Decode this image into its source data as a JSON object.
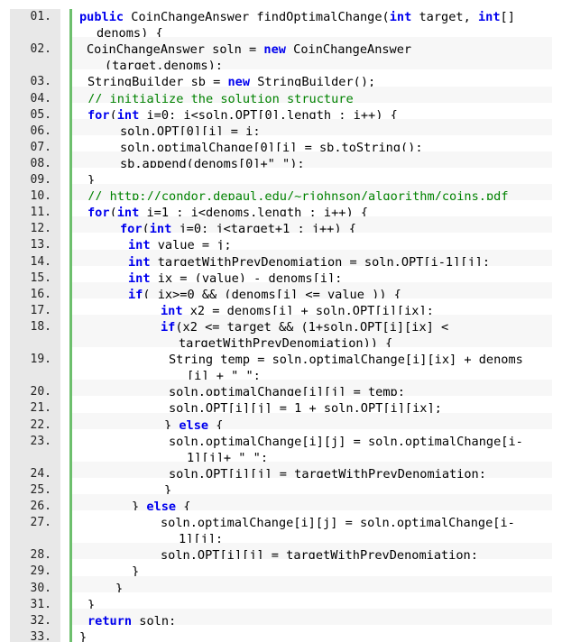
{
  "lines": [
    {
      "n": "01.",
      "indent": 0,
      "parts": [
        {
          "t": "kw",
          "v": "public"
        },
        {
          "t": "p",
          "v": " CoinChangeAnswer findOptimalChange("
        },
        {
          "t": "kw",
          "v": "int"
        },
        {
          "t": "p",
          "v": " target, "
        },
        {
          "t": "kw",
          "v": "int"
        },
        {
          "t": "p",
          "v": "[]"
        }
      ],
      "cont": "denoms) {",
      "cont_indent": 19
    },
    {
      "n": "02.",
      "indent": 8,
      "parts": [
        {
          "t": "p",
          "v": "CoinChangeAnswer soln = "
        },
        {
          "t": "kw",
          "v": "new"
        },
        {
          "t": "p",
          "v": " CoinChangeAnswer"
        }
      ],
      "cont": "(target,denoms);",
      "cont_indent": 28
    },
    {
      "n": "03.",
      "indent": 9,
      "parts": [
        {
          "t": "p",
          "v": "StringBuilder sb = "
        },
        {
          "t": "kw",
          "v": "new"
        },
        {
          "t": "p",
          "v": " StringBuilder();"
        }
      ]
    },
    {
      "n": "04.",
      "indent": 9,
      "parts": [
        {
          "t": "cm",
          "v": "// initialize the solution structure"
        }
      ]
    },
    {
      "n": "05.",
      "indent": 9,
      "parts": [
        {
          "t": "kw",
          "v": "for"
        },
        {
          "t": "p",
          "v": "("
        },
        {
          "t": "kw",
          "v": "int"
        },
        {
          "t": "p",
          "v": " i=0; i<soln.OPT[0].length ; i++) {"
        }
      ]
    },
    {
      "n": "06.",
      "indent": 45,
      "parts": [
        {
          "t": "p",
          "v": "soln.OPT[0][i] = i;"
        }
      ]
    },
    {
      "n": "07.",
      "indent": 45,
      "parts": [
        {
          "t": "p",
          "v": "soln.optimalChange[0][i] = sb.toString();"
        }
      ]
    },
    {
      "n": "08.",
      "indent": 45,
      "parts": [
        {
          "t": "p",
          "v": "sb.append(denoms[0]+\" \");"
        }
      ]
    },
    {
      "n": "09.",
      "indent": 9,
      "parts": [
        {
          "t": "p",
          "v": "}"
        }
      ]
    },
    {
      "n": "10.",
      "indent": 9,
      "parts": [
        {
          "t": "cm",
          "v": "// "
        },
        {
          "t": "link",
          "v": "http://condor.depaul.edu/"
        },
        {
          "t": "cm",
          "v": "~rjohnson/algorithm/coins.pdf"
        }
      ]
    },
    {
      "n": "11.",
      "indent": 9,
      "parts": [
        {
          "t": "kw",
          "v": "for"
        },
        {
          "t": "p",
          "v": "("
        },
        {
          "t": "kw",
          "v": "int"
        },
        {
          "t": "p",
          "v": " i=1 ; i<denoms.length ; i++) {"
        }
      ]
    },
    {
      "n": "12.",
      "indent": 45,
      "parts": [
        {
          "t": "kw",
          "v": "for"
        },
        {
          "t": "p",
          "v": "("
        },
        {
          "t": "kw",
          "v": "int"
        },
        {
          "t": "p",
          "v": " j=0; j<target+1 ; j++) {"
        }
      ]
    },
    {
      "n": "13.",
      "indent": 54,
      "parts": [
        {
          "t": "kw",
          "v": "int"
        },
        {
          "t": "p",
          "v": " value = j;"
        }
      ]
    },
    {
      "n": "14.",
      "indent": 54,
      "parts": [
        {
          "t": "kw",
          "v": "int"
        },
        {
          "t": "p",
          "v": " targetWithPrevDenomiation = soln.OPT[i-1][j];"
        }
      ]
    },
    {
      "n": "15.",
      "indent": 54,
      "parts": [
        {
          "t": "kw",
          "v": "int"
        },
        {
          "t": "p",
          "v": " ix = (value) - denoms[i];"
        }
      ]
    },
    {
      "n": "16.",
      "indent": 54,
      "parts": [
        {
          "t": "kw",
          "v": "if"
        },
        {
          "t": "p",
          "v": "( ix>=0 && (denoms[i] <= value )) {"
        }
      ]
    },
    {
      "n": "17.",
      "indent": 90,
      "parts": [
        {
          "t": "kw",
          "v": "int"
        },
        {
          "t": "p",
          "v": " x2 = denoms[i] + soln.OPT[i][ix];"
        }
      ]
    },
    {
      "n": "18.",
      "indent": 90,
      "parts": [
        {
          "t": "kw",
          "v": "if"
        },
        {
          "t": "p",
          "v": "(x2 <= target && (1+soln.OPT[i][ix] <"
        }
      ],
      "cont": "targetWithPrevDenomiation)) {",
      "cont_indent": 110
    },
    {
      "n": "19.",
      "indent": 99,
      "parts": [
        {
          "t": "p",
          "v": "String temp = soln.optimalChange[i][ix] + denoms"
        }
      ],
      "cont": "[i] + \" \";",
      "cont_indent": 119
    },
    {
      "n": "20.",
      "indent": 99,
      "parts": [
        {
          "t": "p",
          "v": "soln.optimalChange[i][j] = temp;"
        }
      ]
    },
    {
      "n": "21.",
      "indent": 99,
      "parts": [
        {
          "t": "p",
          "v": "soln.OPT[i][j] = 1 + soln.OPT[i][ix];"
        }
      ]
    },
    {
      "n": "22.",
      "indent": 94,
      "parts": [
        {
          "t": "p",
          "v": "} "
        },
        {
          "t": "kw",
          "v": "else"
        },
        {
          "t": "p",
          "v": " {"
        }
      ]
    },
    {
      "n": "23.",
      "indent": 99,
      "parts": [
        {
          "t": "p",
          "v": "soln.optimalChange[i][j] = soln.optimalChange[i-"
        }
      ],
      "cont": "1][j]+ \" \";",
      "cont_indent": 119
    },
    {
      "n": "24.",
      "indent": 99,
      "parts": [
        {
          "t": "p",
          "v": "soln.OPT[i][j] = targetWithPrevDenomiation;"
        }
      ]
    },
    {
      "n": "25.",
      "indent": 94,
      "parts": [
        {
          "t": "p",
          "v": "}"
        }
      ]
    },
    {
      "n": "26.",
      "indent": 58,
      "parts": [
        {
          "t": "p",
          "v": "} "
        },
        {
          "t": "kw",
          "v": "else"
        },
        {
          "t": "p",
          "v": " {"
        }
      ]
    },
    {
      "n": "27.",
      "indent": 90,
      "parts": [
        {
          "t": "p",
          "v": "soln.optimalChange[i][j] = soln.optimalChange[i-"
        }
      ],
      "cont": "1][j];",
      "cont_indent": 110
    },
    {
      "n": "28.",
      "indent": 90,
      "parts": [
        {
          "t": "p",
          "v": "soln.OPT[i][j] = targetWithPrevDenomiation;"
        }
      ]
    },
    {
      "n": "29.",
      "indent": 58,
      "parts": [
        {
          "t": "p",
          "v": "}"
        }
      ]
    },
    {
      "n": "30.",
      "indent": 40,
      "parts": [
        {
          "t": "p",
          "v": "}"
        }
      ]
    },
    {
      "n": "31.",
      "indent": 9,
      "parts": [
        {
          "t": "p",
          "v": "}"
        }
      ]
    },
    {
      "n": "32.",
      "indent": 9,
      "parts": [
        {
          "t": "kw",
          "v": "return"
        },
        {
          "t": "p",
          "v": " soln;"
        }
      ]
    },
    {
      "n": "33.",
      "indent": 0,
      "parts": [
        {
          "t": "p",
          "v": "}"
        }
      ]
    }
  ]
}
